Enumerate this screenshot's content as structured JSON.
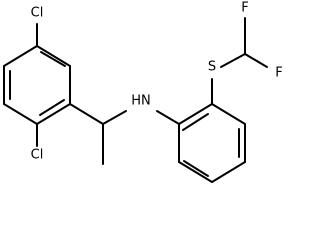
{
  "molecule": {
    "atoms": {
      "cl_top": "Cl",
      "cl_bottom": "Cl",
      "nh": "HN",
      "s": "S",
      "f_left": "F",
      "f_right": "F"
    },
    "colors": {
      "bond": "#000000",
      "text": "#000000",
      "background": "#ffffff"
    }
  }
}
